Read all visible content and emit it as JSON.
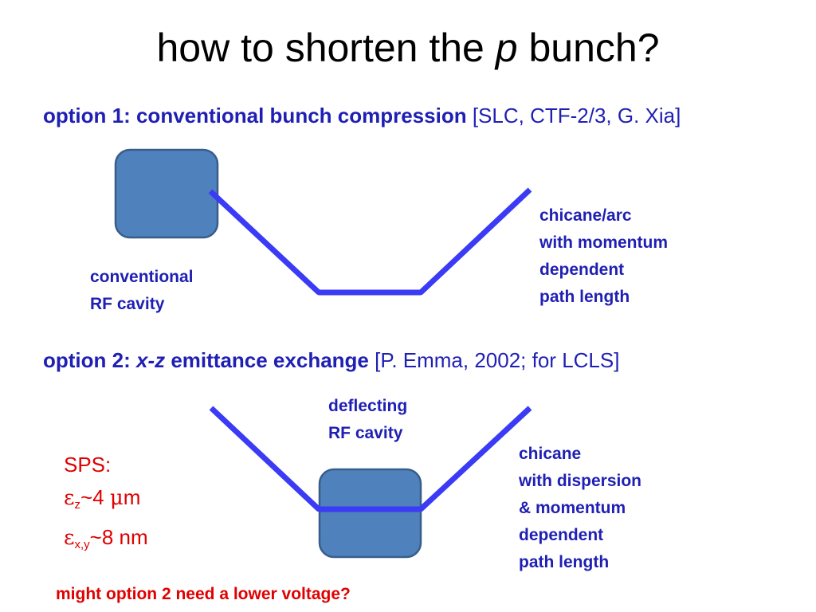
{
  "slide": {
    "title_before": "how to shorten the ",
    "title_italic": "p",
    "title_after": " bunch?"
  },
  "option1": {
    "heading_bold": "option 1: conventional bunch compression",
    "heading_ref": " [SLC, CTF-2/3, G. Xia]",
    "cavity_label": [
      "conventional",
      "RF cavity"
    ],
    "chicane_label": [
      "chicane/arc",
      "with momentum",
      "dependent",
      "path length"
    ]
  },
  "option2": {
    "heading_prefix": "option 2: ",
    "heading_italic": "x-z",
    "heading_bold": " emittance exchange",
    "heading_ref": " [P. Emma, 2002; for LCLS]",
    "cavity_label": [
      "deflecting",
      "RF cavity"
    ],
    "chicane_label": [
      "chicane",
      "with dispersion",
      "& momentum",
      "dependent",
      "path length"
    ]
  },
  "sps": {
    "title": "SPS:",
    "emit_z_symbol": "ε",
    "emit_z_sub": "z",
    "emit_z_value": "~4 ",
    "emit_z_unit_symbol": "μ",
    "emit_z_unit": "m",
    "emit_xy_symbol": "ε",
    "emit_xy_sub": "x,y",
    "emit_xy_value": "~8 nm"
  },
  "question": "might option 2 need a lower voltage?",
  "colors": {
    "blue_text": "#1f1fb4",
    "beam_line": "#3b3bf5",
    "cavity_fill": "#4f81bd",
    "cavity_stroke": "#385d8a",
    "red_text": "#e00000"
  }
}
